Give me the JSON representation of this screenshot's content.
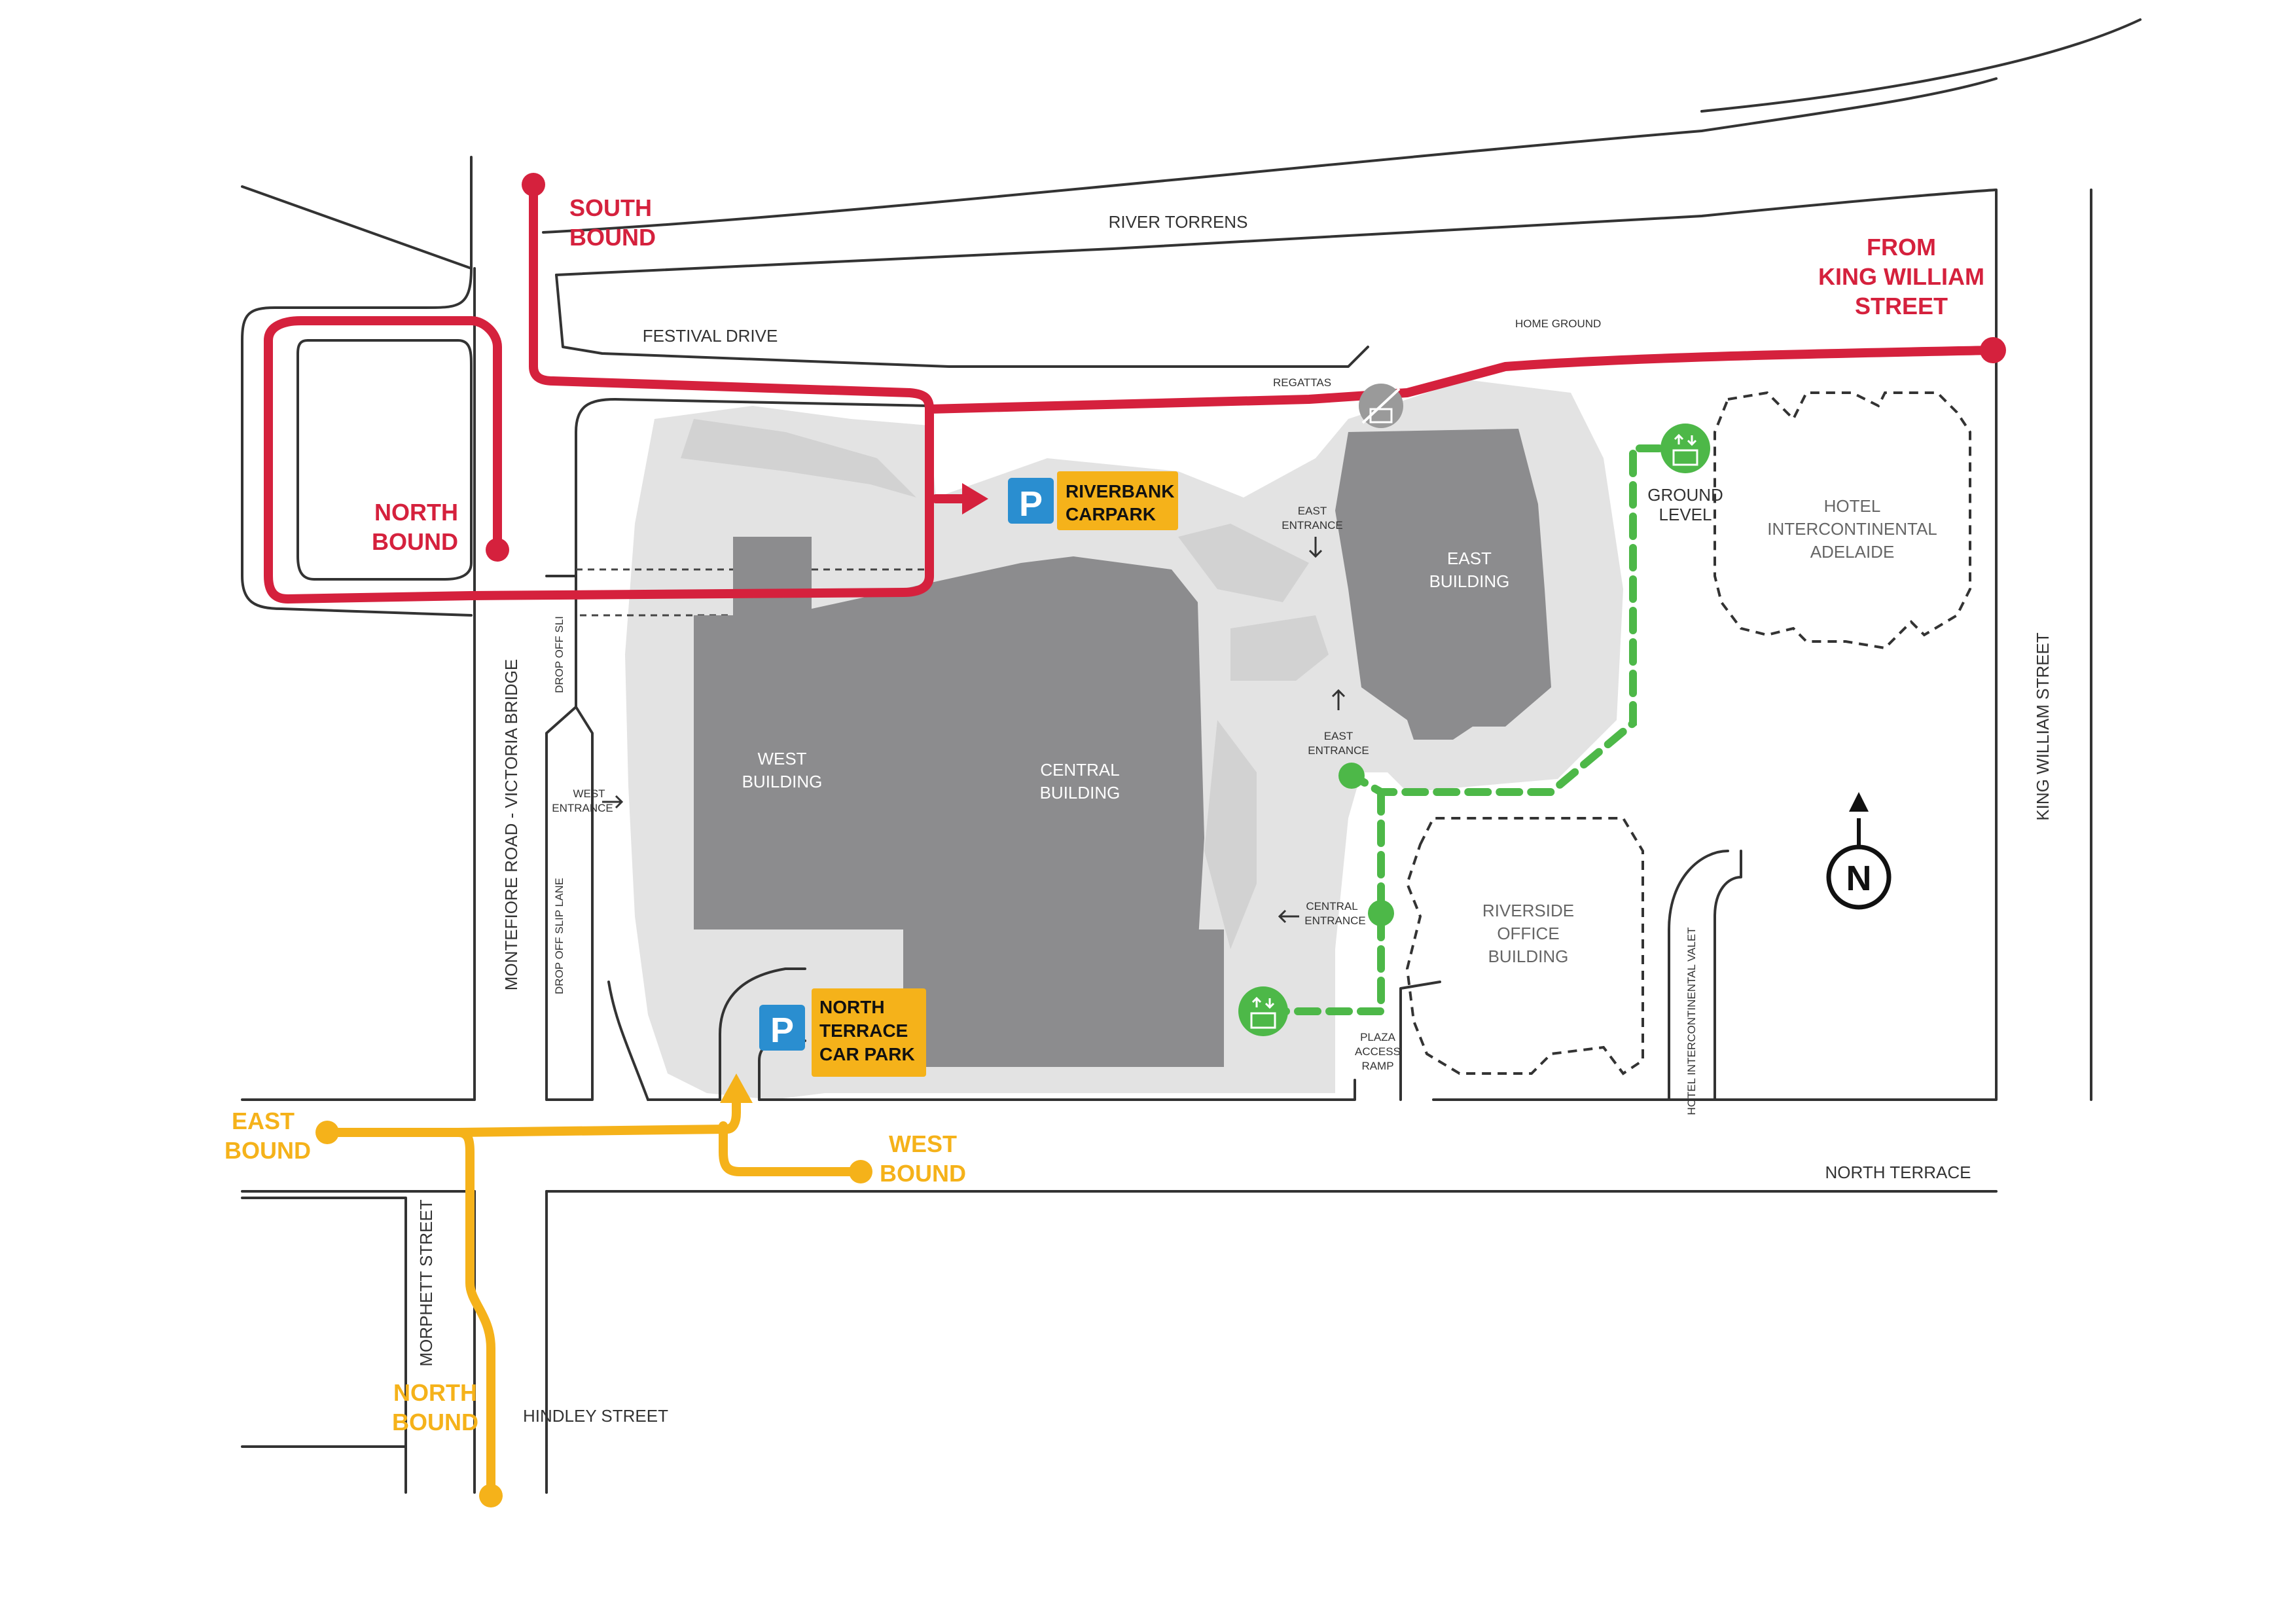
{
  "colors": {
    "route_red": "#d5213d",
    "route_yellow": "#f5b21a",
    "route_green": "#4db848",
    "parking_blue": "#2a8ed0",
    "parking_label_bg": "#f5b21a",
    "building_gray": "#8c8c8e",
    "plaza_gray": "#e3e3e3",
    "road_line": "#333333"
  },
  "streets": {
    "river": "RIVER TORRENS",
    "festival_drive": "FESTIVAL DRIVE",
    "montefiore": "MONTEFIORE ROAD - VICTORIA BRIDGE",
    "north_terrace": "NORTH TERRACE",
    "king_william": "KING WILLIAM STREET",
    "morphett": "MORPHETT STREET",
    "hindley": "HINDLEY STREET",
    "drop_off_top": "DROP OFF SLI",
    "drop_off_bottom": "DROP OFF SLIP LANE",
    "hotel_valet": "HOTEL INTERCONTINENTAL VALET"
  },
  "buildings": {
    "west": [
      "WEST",
      "BUILDING"
    ],
    "central": [
      "CENTRAL",
      "BUILDING"
    ],
    "east": [
      "EAST",
      "BUILDING"
    ],
    "hotel": [
      "HOTEL",
      "INTERCONTINENTAL",
      "ADELAIDE"
    ],
    "riverside": [
      "RIVERSIDE",
      "OFFICE",
      "BUILDING"
    ]
  },
  "small_labels": {
    "regattas": "REGATTAS",
    "home_ground": "HOME GROUND",
    "east_entrance_top": [
      "EAST",
      "ENTRANCE"
    ],
    "east_entrance_bottom": [
      "EAST",
      "ENTRANCE"
    ],
    "west_entrance": [
      "WEST",
      "ENTRANCE"
    ],
    "central_entrance": [
      "CENTRAL",
      "ENTRANCE"
    ],
    "plaza_ramp": [
      "PLAZA",
      "ACCESS",
      "RAMP"
    ],
    "ground_level": [
      "GROUND",
      "LEVEL"
    ]
  },
  "routes": {
    "south_bound": [
      "SOUTH",
      "BOUND"
    ],
    "north_bound_red": [
      "NORTH",
      "BOUND"
    ],
    "from_king_william": [
      "FROM",
      "KING WILLIAM",
      "STREET"
    ],
    "east_bound": [
      "EAST",
      "BOUND"
    ],
    "west_bound": [
      "WEST",
      "BOUND"
    ],
    "north_bound_yellow": [
      "NORTH",
      "BOUND"
    ]
  },
  "parking": {
    "symbol": "P",
    "riverbank": [
      "RIVERBANK",
      "CARPARK"
    ],
    "north_terrace": [
      "NORTH",
      "TERRACE",
      "CAR PARK"
    ]
  },
  "compass": {
    "letter": "N"
  },
  "icons": {
    "lift": "lift-icon",
    "no_lift": "no-lift-access-icon",
    "north_arrow": "north-arrow-icon",
    "parking": "parking-icon"
  }
}
